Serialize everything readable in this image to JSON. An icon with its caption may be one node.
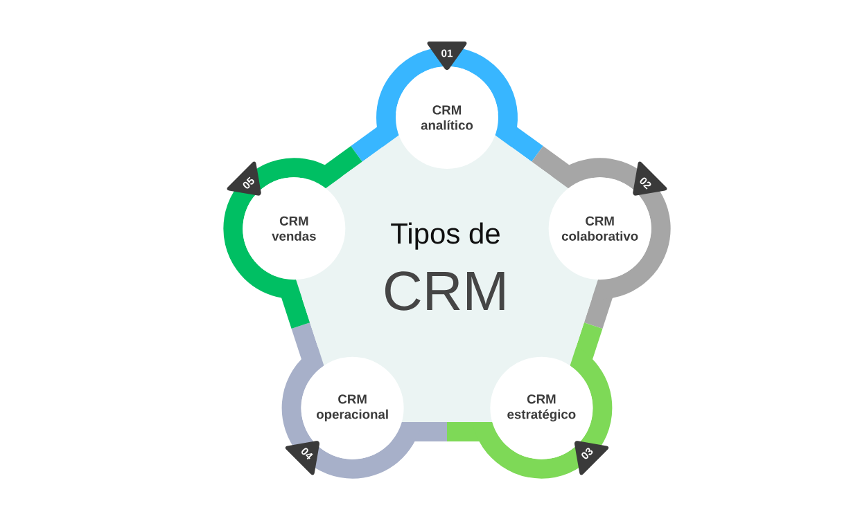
{
  "diagram": {
    "nodes": [
      {
        "text": [
          "Tipos de",
          "CRM"
        ]
      },
      {
        "text": [
          "CRM analítico"
        ],
        "beside": [
          "01"
        ]
      },
      {
        "text": [
          "CRM colaborativo"
        ],
        "beside": [
          "02"
        ]
      },
      {
        "text": [
          "CRM estratégico"
        ],
        "beside": [
          "03"
        ]
      },
      {
        "text": [
          "CRM operacional"
        ],
        "beside": [
          "04"
        ]
      },
      {
        "text": [
          "CRM vendas"
        ],
        "beside": [
          "05"
        ]
      }
    ]
  }
}
